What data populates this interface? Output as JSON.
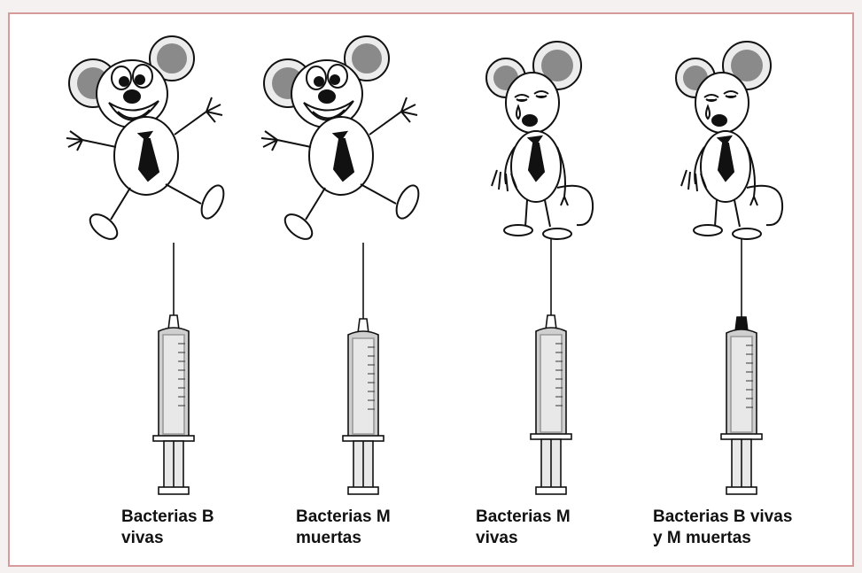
{
  "panels": [
    {
      "id": "p1",
      "state": "happy",
      "label_line1": "Bacterias B",
      "label_line2": "vivas"
    },
    {
      "id": "p2",
      "state": "happy",
      "label_line1": "Bacterias M",
      "label_line2": "muertas"
    },
    {
      "id": "p3",
      "state": "dead",
      "label_line1": "Bacterias M",
      "label_line2": "vivas"
    },
    {
      "id": "p4",
      "state": "dead",
      "label_line1": "Bacterias B vivas",
      "label_line2": "y M muertas"
    }
  ],
  "colors": {
    "frame_border": "#d79a9a",
    "ink": "#111111",
    "ear_gray": "#8a8a8a",
    "syringe_fill": "#cfcfcf"
  },
  "icons": [
    "mouse-happy-icon",
    "mouse-dead-icon",
    "syringe-icon",
    "tie-icon"
  ]
}
